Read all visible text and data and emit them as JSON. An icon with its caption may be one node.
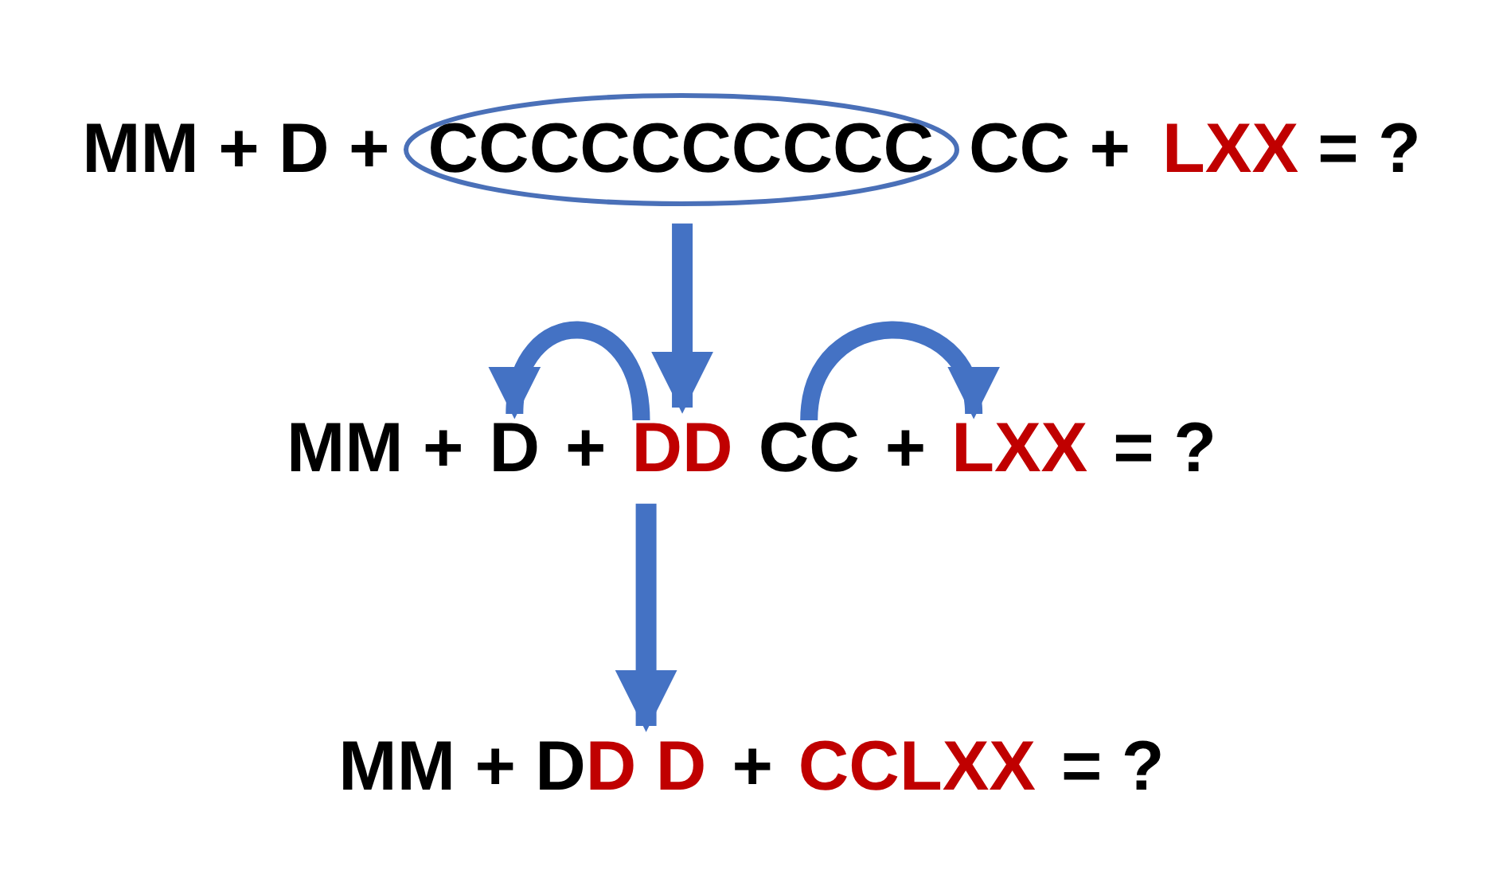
{
  "diagram": {
    "nodes": [
      {
        "text": [
          "MM + D +"
        ]
      },
      {
        "text": [
          "CCCCCCCCCC"
        ]
      },
      {
        "text": [
          "CC +"
        ]
      },
      {
        "text": [
          "LXX"
        ]
      },
      {
        "text": [
          "= ?"
        ]
      },
      {
        "text": [
          "MM +"
        ]
      },
      {
        "text": [
          "D"
        ]
      },
      {
        "text": [
          "+"
        ]
      },
      {
        "text": [
          "DD"
        ]
      },
      {
        "text": [
          "CC"
        ]
      },
      {
        "text": [
          "+"
        ]
      },
      {
        "text": [
          "LXX"
        ]
      },
      {
        "text": [
          "= ?"
        ]
      },
      {
        "text": [
          "MM + D"
        ]
      },
      {
        "text": [
          "D D"
        ]
      },
      {
        "text": [
          "+"
        ]
      },
      {
        "text": [
          "CCLXX"
        ]
      },
      {
        "text": [
          "= ?"
        ]
      }
    ],
    "edges": [
      {
        "from": 1,
        "to": 8,
        "arrow": "to"
      },
      {
        "from": 8,
        "to": 6,
        "arrow": "to"
      },
      {
        "from": 9,
        "to": 11,
        "arrow": "to"
      },
      {
        "from": 8,
        "to": 14,
        "arrow": "to"
      }
    ]
  }
}
